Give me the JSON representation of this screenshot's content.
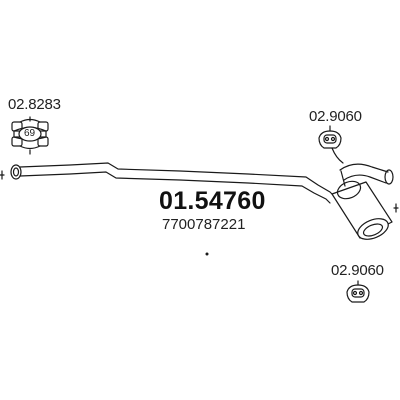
{
  "diagram": {
    "main_part_number": "01.54760",
    "oem_number": "7700787221",
    "components": {
      "clamp": {
        "code": "02.8283",
        "badge": "69",
        "icon": "exhaust-clamp-icon"
      },
      "hanger_top": {
        "code": "02.9060",
        "icon": "rubber-hanger-icon"
      },
      "hanger_bottom": {
        "code": "02.9060",
        "icon": "rubber-hanger-icon"
      },
      "pipe": {
        "icon": "exhaust-pipe-silencer-icon"
      }
    },
    "colors": {
      "line": "#1a1a1a",
      "background": "#ffffff"
    }
  }
}
